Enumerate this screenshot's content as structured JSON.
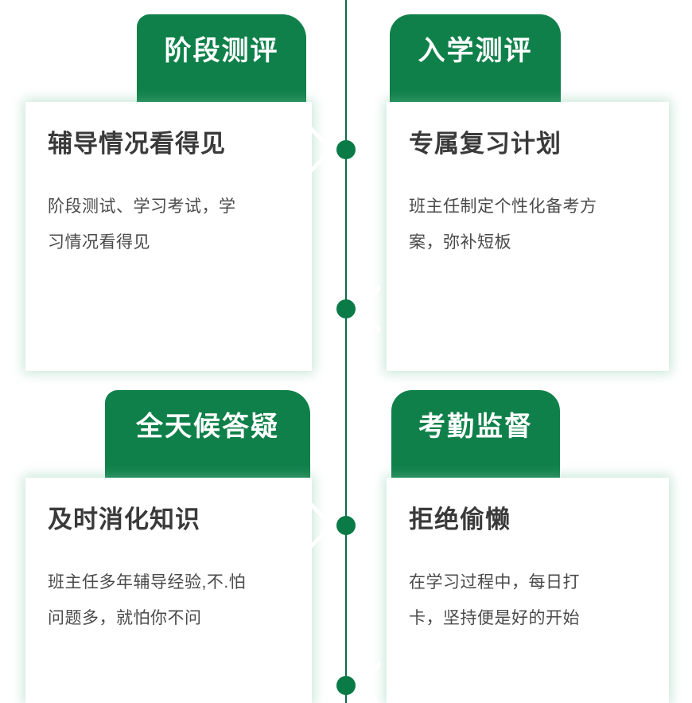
{
  "theme": {
    "brand_green": "#10804a",
    "spine_green": "#0d6b41",
    "dot_green": "#0a7a46",
    "title_color": "#3a3a3a",
    "body_color": "#4a4a4a",
    "card_background": "#ffffff",
    "page_background": "#ffffff"
  },
  "timeline": {
    "name": "vertical-timeline",
    "dot_count": 4
  },
  "blocks": [
    {
      "id": "stage-assessment",
      "tab_label": "阶段测评",
      "title": "辅导情况看得见",
      "body_lines": [
        "阶段测试、学习考试，学",
        "习情况看得见"
      ],
      "column": "left",
      "row": "top",
      "arrow_direction": "right"
    },
    {
      "id": "entrance-assessment",
      "tab_label": "入学测评",
      "title": "专属复习计划",
      "body_lines": [
        "班主任制定个性化备考方",
        "案，弥补短板"
      ],
      "column": "right",
      "row": "top",
      "arrow_direction": "left"
    },
    {
      "id": "allday-qa",
      "tab_label": "全天候答疑",
      "title": "及时消化知识",
      "body_lines": [
        "班主任多年辅导经验,不.怕",
        "问题多，就怕你不问"
      ],
      "column": "left",
      "row": "bottom",
      "arrow_direction": "right"
    },
    {
      "id": "attendance-supervision",
      "tab_label": "考勤监督",
      "title": "拒绝偷懒",
      "body_lines": [
        "在学习过程中，每日打",
        "卡，坚持便是好的开始"
      ],
      "column": "right",
      "row": "bottom",
      "arrow_direction": "left"
    }
  ]
}
